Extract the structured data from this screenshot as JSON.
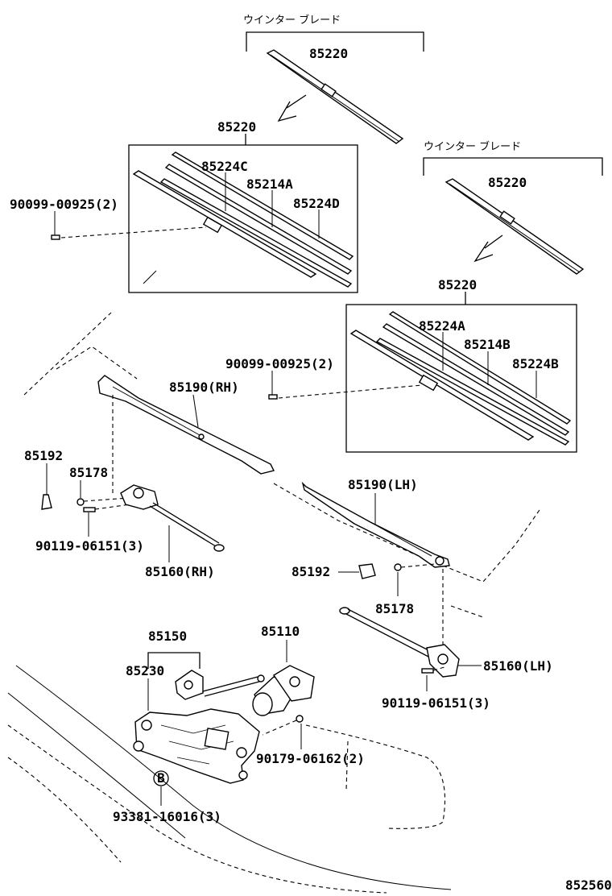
{
  "diagram": {
    "winter_blade_label": "ウインター ブレード",
    "diagram_id": "852560",
    "circle_marker": "B",
    "labels": {
      "p85220_top": "85220",
      "p85220_upper": "85220",
      "p85224C": "85224C",
      "p85214A": "85214A",
      "p85224D": "85224D",
      "p90099_left": "90099-00925(2)",
      "p85220_right_top": "85220",
      "p85220_right": "85220",
      "p85224A": "85224A",
      "p85214B": "85214B",
      "p85224B": "85224B",
      "p90099_right": "90099-00925(2)",
      "p85190_rh": "85190(RH)",
      "p85192_left": "85192",
      "p85178_left": "85178",
      "p90119_left": "90119-06151(3)",
      "p85160_rh": "85160(RH)",
      "p85190_lh": "85190(LH)",
      "p85192_right": "85192",
      "p85178_right": "85178",
      "p85150": "85150",
      "p85110": "85110",
      "p85230": "85230",
      "p85160_lh": "85160(LH)",
      "p90119_right": "90119-06151(3)",
      "p90179": "90179-06162(2)",
      "p93381": "93381-16016(3)"
    }
  }
}
